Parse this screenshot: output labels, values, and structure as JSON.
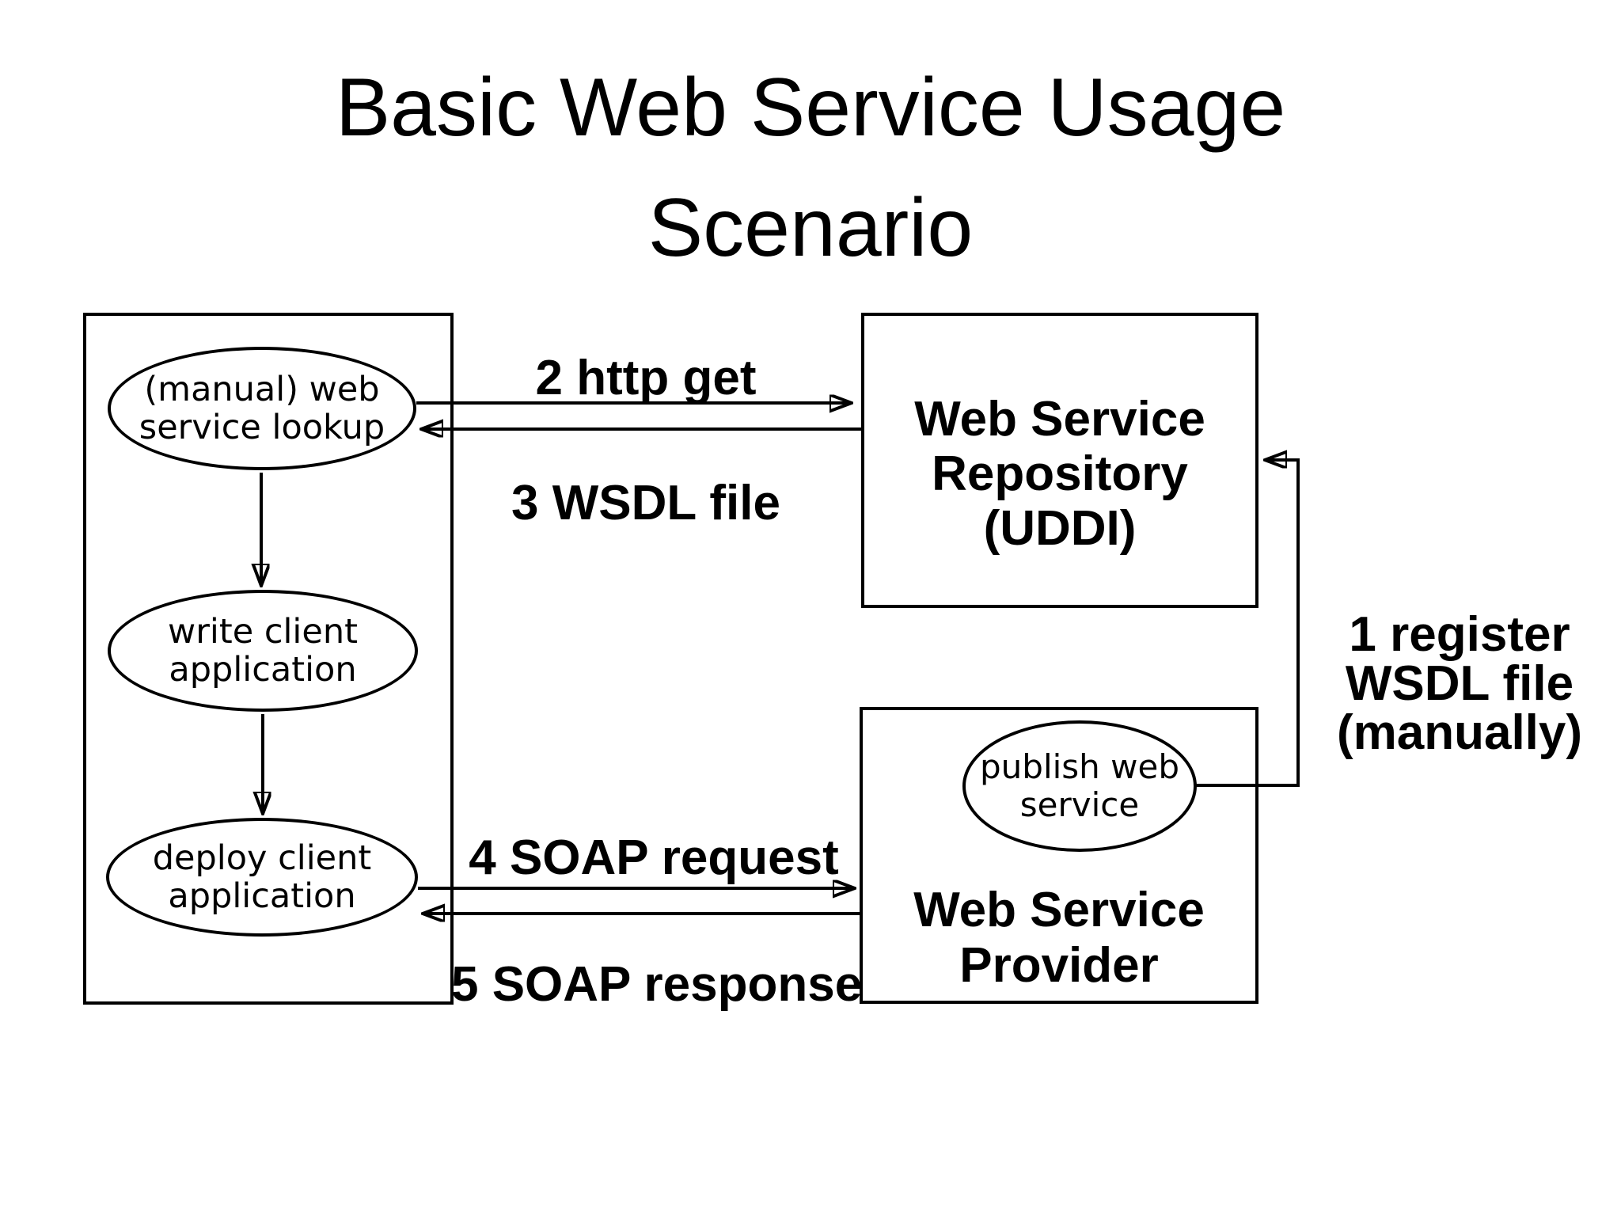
{
  "title": {
    "line1": "Basic Web Service Usage",
    "line2": "Scenario"
  },
  "client": {
    "lookup_line1": "(manual) web",
    "lookup_line2": "service lookup",
    "write_line1": "write client",
    "write_line2": "application",
    "deploy_line1": "deploy client",
    "deploy_line2": "application"
  },
  "repository": {
    "line1": "Web Service",
    "line2": "Repository",
    "line3": "(UDDI)"
  },
  "provider": {
    "publish_line1": "publish web",
    "publish_line2": "service",
    "line1": "Web Service",
    "line2": "Provider"
  },
  "arrows": {
    "http_get": "2 http get",
    "wsdl_file": "3 WSDL file",
    "soap_request": "4 SOAP request",
    "soap_response": "5 SOAP response",
    "register_line1": "1 register",
    "register_line2": "WSDL file",
    "register_line3": "(manually)"
  },
  "colors": {
    "background": "#ffffff",
    "line": "#000000",
    "text": "#000000"
  }
}
